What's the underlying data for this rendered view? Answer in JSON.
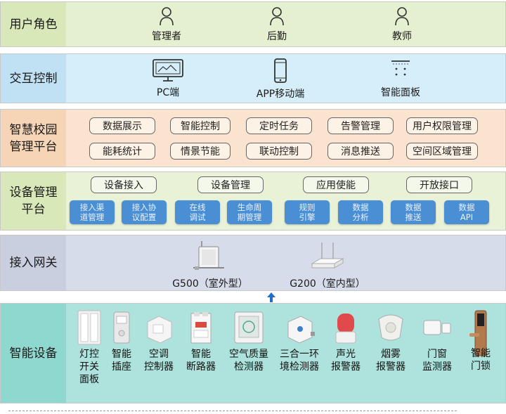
{
  "layers": {
    "roles": {
      "label": "用户角色",
      "items": [
        "管理者",
        "后勤",
        "教师"
      ]
    },
    "interaction": {
      "label": "交互控制",
      "items": [
        "PC端",
        "APP移动端",
        "智能面板"
      ]
    },
    "platform": {
      "label_line1": "智慧校园",
      "label_line2": "管理平台",
      "modules": [
        "数据展示",
        "智能控制",
        "定时任务",
        "告警管理",
        "用户权限管理",
        "能耗统计",
        "情景节能",
        "联动控制",
        "消息推送",
        "空间区域管理"
      ]
    },
    "device_mgmt": {
      "label_line1": "设备管理",
      "label_line2": "平台",
      "groups": [
        "设备接入",
        "设备管理",
        "应用使能",
        "开放接口"
      ],
      "sub": [
        [
          "接入渠",
          "道管理"
        ],
        [
          "接入协",
          "议配置"
        ],
        [
          "在线",
          "调试"
        ],
        [
          "生命周",
          "期管理"
        ],
        [
          "规则",
          "引擎"
        ],
        [
          "数据",
          "分析"
        ],
        [
          "数据",
          "推送"
        ],
        [
          "数据",
          "API"
        ]
      ]
    },
    "gateway": {
      "label": "接入网关",
      "items": [
        "G500（室外型）",
        "G200（室内型）"
      ]
    },
    "devices": {
      "label": "智能设备",
      "items": [
        [
          "灯控",
          "开关",
          "面板"
        ],
        [
          "智能",
          "插座"
        ],
        [
          "空调",
          "控制器"
        ],
        [
          "智能",
          "断路器"
        ],
        [
          "空气质量",
          "检测器"
        ],
        [
          "三合一环",
          "境检测器"
        ],
        [
          "声光",
          "报警器"
        ],
        [
          "烟雾",
          "报警器"
        ],
        [
          "门窗",
          "监测器"
        ],
        [
          "智能",
          "门锁"
        ]
      ]
    }
  },
  "colors": {
    "accent_blue": "#4a8fd4",
    "arrow": "#1f6fc7"
  }
}
